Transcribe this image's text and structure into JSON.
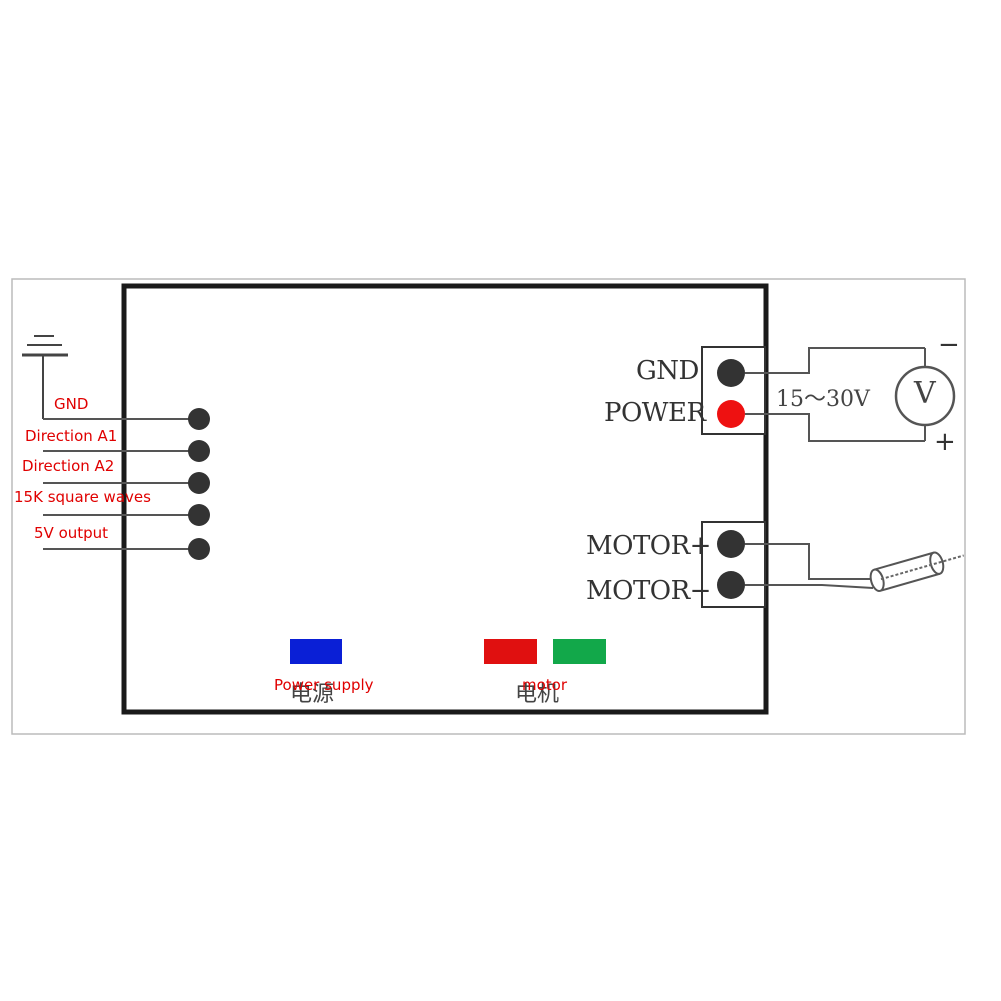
{
  "left_pins": {
    "gnd": "GND",
    "dir_a1": "Direction A1",
    "dir_a2": "Direction A2",
    "square": "15K square waves",
    "out5v": "5V output"
  },
  "power_terminal": {
    "gnd": "GND",
    "power": "POWER",
    "voltage": "15～30V",
    "meter": "V",
    "minus": "−",
    "plus": "+"
  },
  "motor_terminal": {
    "plus": "MOTOR+",
    "minus": "MOTOR−"
  },
  "indicators": {
    "power_cn": "电源",
    "power_en": "Power supply",
    "motor_cn": "电机",
    "motor_en": "motor"
  },
  "colors": {
    "power_led": "#0a1fd6",
    "motor_led_red": "#e01010",
    "motor_led_green": "#12a84a",
    "power_dot": "#ee1111",
    "label_red": "#e00000"
  }
}
